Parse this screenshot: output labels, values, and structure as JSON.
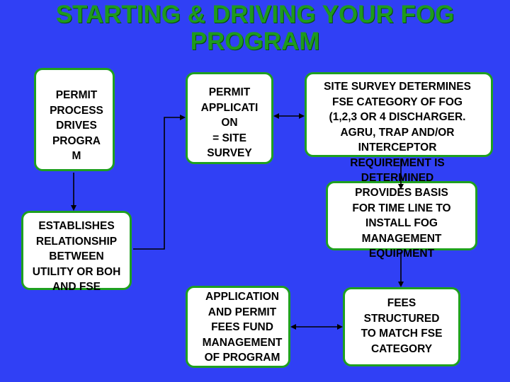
{
  "title": "STARTING & DRIVING YOUR FOG\nPROGRAM",
  "nodes": {
    "permit_process": "PERMIT\nPROCESS\nDRIVES\nPROGRA\nM",
    "establishes_relationship": "ESTABLISHES\nRELATIONSHIP\nBETWEEN\nUTILITY OR BOH\nAND FSE",
    "permit_application": "PERMIT\nAPPLICATI\nON\n= SITE\nSURVEY",
    "application_fees": "APPLICATION\nAND PERMIT\nFEES FUND\nMANAGEMENT\nOF PROGRAM",
    "site_survey": "SITE SURVEY DETERMINES\nFSE CATEGORY OF FOG\n(1,2,3 OR 4 DISCHARGER.\nAGRU, TRAP AND/OR\nINTERCEPTOR\nREQUIREMENT IS\nDETERMINED",
    "time_line": "PROVIDES BASIS\nFOR TIME LINE TO\nINSTALL FOG\nMANAGEMENT\nEQUIPMENT",
    "fees_structured": "FEES\nSTRUCTURED\nTO MATCH FSE\nCATEGORY"
  },
  "colors": {
    "background": "#3040f5",
    "title": "#1e9a1e",
    "box_border": "#1fa01f",
    "box_fill": "#ffffff",
    "connector": "#000000"
  }
}
